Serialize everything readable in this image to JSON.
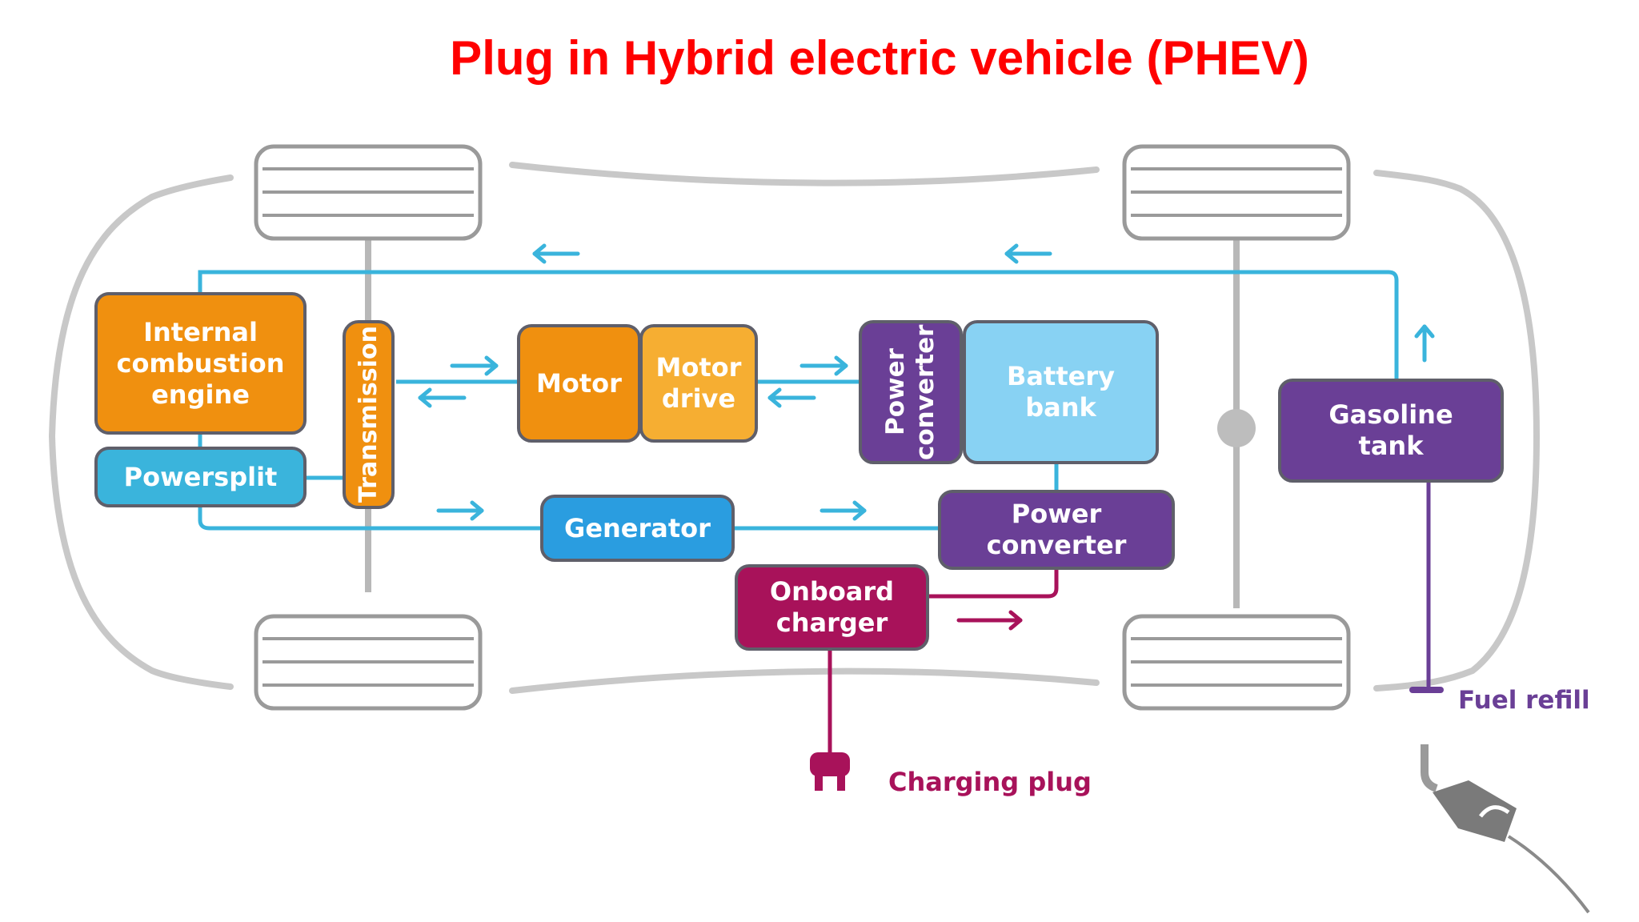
{
  "title": "Plug in Hybrid electric vehicle (PHEV)",
  "components": {
    "ice": "Internal\ncombustion\nengine",
    "powersplit": "Powersplit",
    "transmission": "Transmission",
    "motor": "Motor",
    "motor_drive": "Motor\ndrive",
    "power_converter_vertical": "Power\nconverter",
    "battery_bank": "Battery\nbank",
    "gasoline_tank": "Gasoline\ntank",
    "generator": "Generator",
    "power_converter": "Power\nconverter",
    "onboard_charger": "Onboard\ncharger"
  },
  "labels": {
    "charging_plug": "Charging plug",
    "fuel_refill": "Fuel refill"
  },
  "colors": {
    "title": "#ff0000",
    "flow_line": "#3ab4dc",
    "charge_line": "#a8125a",
    "fuel_line": "#6a3f96",
    "car_outline": "#c8c8c8"
  }
}
